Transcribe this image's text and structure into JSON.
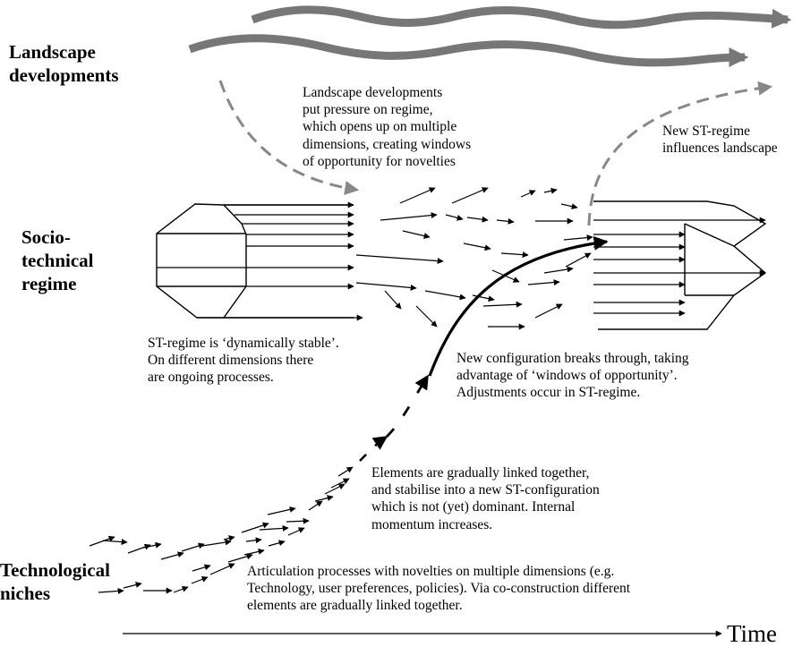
{
  "levels": {
    "landscape": "Landscape\ndevelopments",
    "regime": "Socio-\ntechnical\nregime",
    "niches": "Technological\nniches"
  },
  "annotations": {
    "landscape_pressure": "Landscape  developments\nput pressure on regime,\nwhich opens up on multiple\ndimensions, creating windows\nof opportunity for novelties",
    "new_regime": "New  ST-regime\ninfluences landscape",
    "regime_stable": "ST-regime  is ‘dynamically stable’.\nOn different dimensions there\nare ongoing processes.",
    "breakthrough": "New configuration breaks through, taking\nadvantage of ‘windows of opportunity’.\nAdjustments occur in ST-regime.",
    "linked": "Elements are gradually linked together,\nand stabilise into  a new ST-configuration\nwhich is not (yet) dominant. Internal\nmomentum  increases.",
    "articulation": "Articulation processes with novelties on multiple dimensions (e.g.\nTechnology, user preferences, policies). Via co-construction different\nelements are gradually linked together."
  },
  "axis": {
    "label": "Time"
  },
  "colors": {
    "ink": "#000000",
    "landscape_arrow": "#777777",
    "dashed_arrow": "#888888"
  }
}
